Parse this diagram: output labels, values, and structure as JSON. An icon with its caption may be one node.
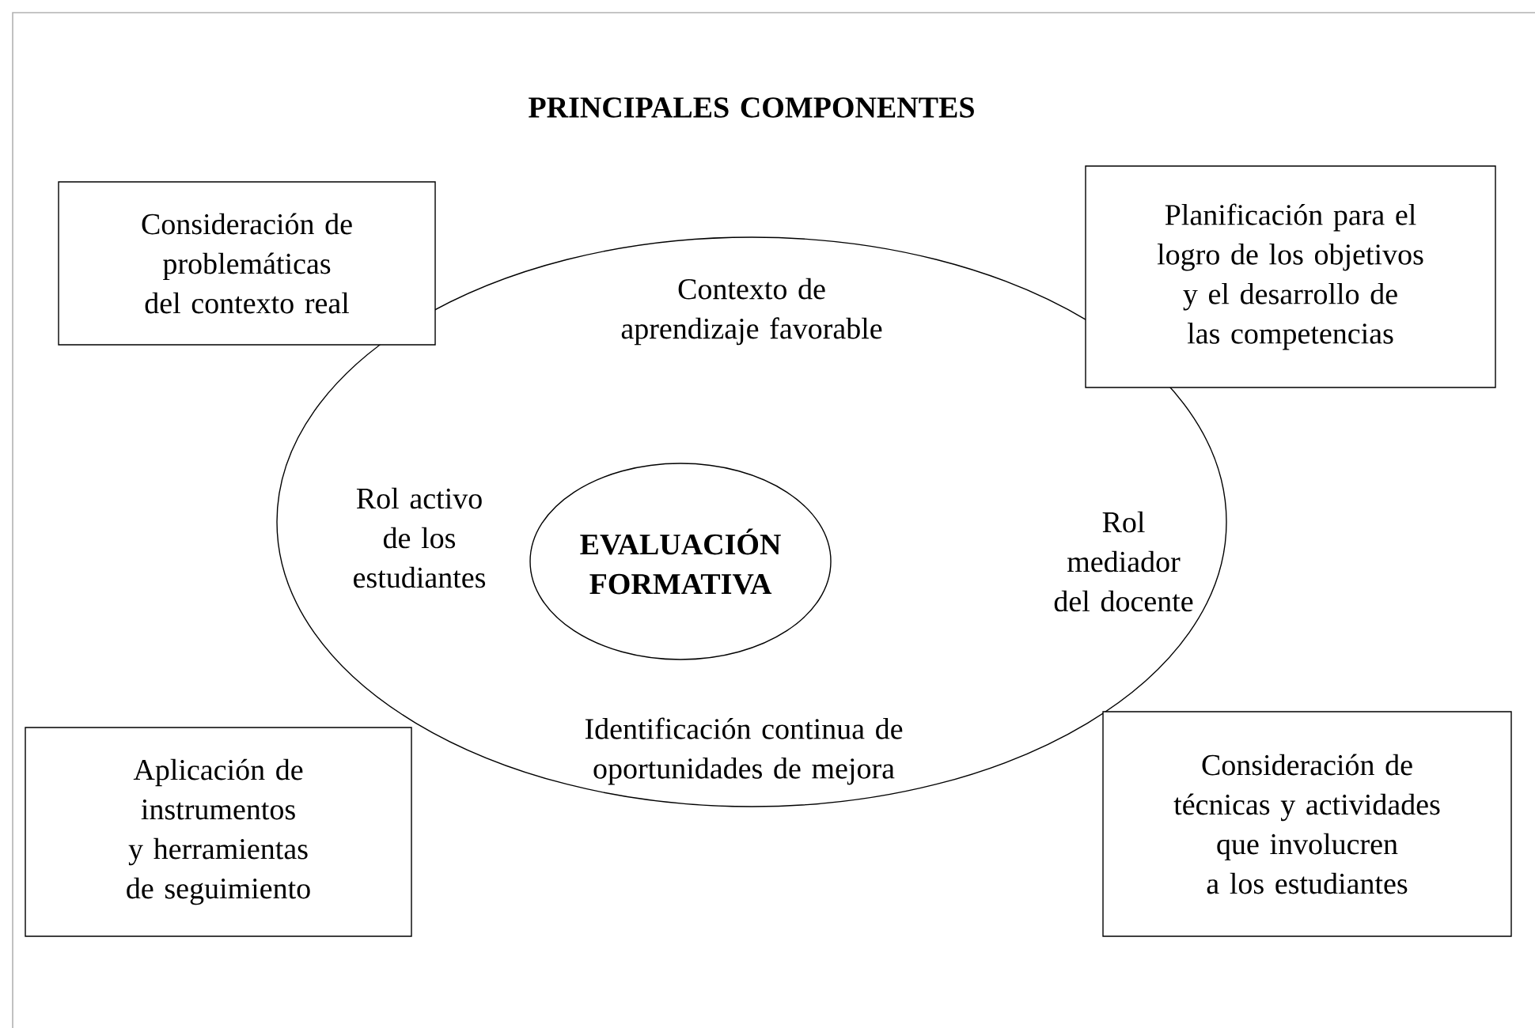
{
  "diagram": {
    "title": "PRINCIPALES COMPONENTES",
    "nodes": [
      {
        "text": [
          "Contexto de aprendizaje favorable",
          "Rol activo de los estudiantes",
          "Rol mediador del docente",
          "Identificación continua de oportunidades de mejora"
        ]
      },
      {
        "text": [
          "EVALUACIÓN FORMATIVA"
        ],
        "in": 0
      },
      {
        "text": [
          "Consideración de problemáticas del contexto real"
        ]
      },
      {
        "text": [
          "Planificación para el logro de los objetivos y el desarrollo de las competencias"
        ]
      },
      {
        "text": [
          "Aplicación de instrumentos y herramientas de seguimiento"
        ]
      },
      {
        "text": [
          "Consideración de técnicas y actividades que involucren a los estudiantes"
        ]
      }
    ],
    "edges": []
  }
}
